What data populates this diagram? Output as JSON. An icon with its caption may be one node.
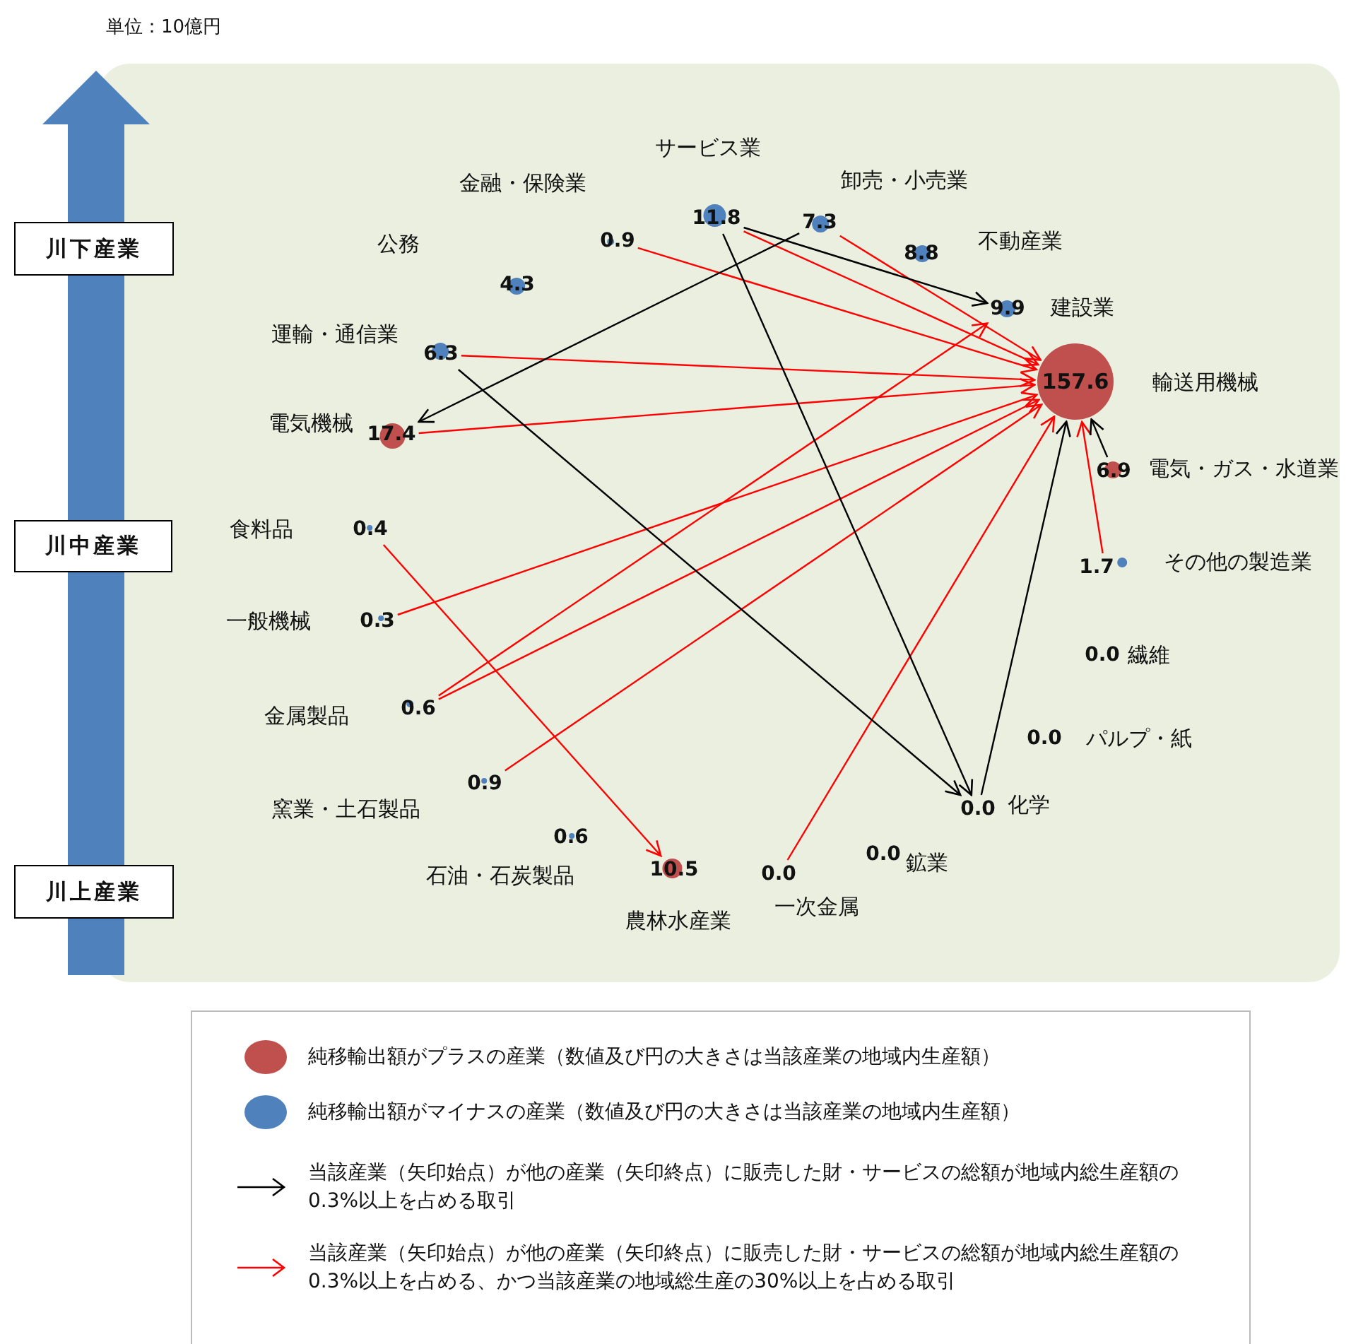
{
  "diagram": {
    "nodes": [
      {
        "text": [
          "川下産業"
        ]
      },
      {
        "text": [
          "川中産業"
        ]
      },
      {
        "text": [
          "川上産業"
        ]
      },
      {
        "text": [
          "0.9"
        ],
        "beside": [
          "金融・保険業"
        ]
      },
      {
        "text": [
          "11.8"
        ],
        "beside": [
          "サービス業"
        ]
      },
      {
        "text": [
          "7.3"
        ],
        "beside": [
          "卸売・小売業"
        ]
      },
      {
        "text": [
          "4.3"
        ],
        "beside": [
          "公務"
        ]
      },
      {
        "text": [
          "8.8"
        ],
        "beside": [
          "不動産業"
        ]
      },
      {
        "text": [
          "9.9"
        ],
        "beside": [
          "建設業"
        ]
      },
      {
        "text": [
          "6.3"
        ],
        "beside": [
          "運輸・通信業"
        ]
      },
      {
        "text": [
          "157.6"
        ],
        "beside": [
          "輸送用機械"
        ]
      },
      {
        "text": [
          "17.4"
        ],
        "beside": [
          "電気機械"
        ]
      },
      {
        "text": [
          "6.9"
        ],
        "beside": [
          "電気・ガス・水道業"
        ]
      },
      {
        "text": [
          "0.4"
        ],
        "beside": [
          "食料品"
        ]
      },
      {
        "text": [
          "1.7"
        ],
        "beside": [
          "その他の製造業"
        ]
      },
      {
        "text": [
          "0.3"
        ],
        "beside": [
          "一般機械"
        ]
      },
      {
        "text": [
          "0.0"
        ],
        "beside": [
          "繊維"
        ]
      },
      {
        "text": [
          "0.6"
        ],
        "beside": [
          "金属製品"
        ]
      },
      {
        "text": [
          "0.0"
        ],
        "beside": [
          "パルプ・紙"
        ]
      },
      {
        "text": [
          "0.9"
        ],
        "beside": [
          "窯業・土石製品"
        ]
      },
      {
        "text": [
          "0.0"
        ],
        "beside": [
          "化学"
        ]
      },
      {
        "text": [
          "0.6"
        ],
        "beside": [
          "石油・石炭製品"
        ]
      },
      {
        "text": [
          "0.0"
        ],
        "beside": [
          "鉱業"
        ]
      },
      {
        "text": [
          "10.5"
        ],
        "beside": [
          "農林水産業"
        ]
      },
      {
        "text": [
          "0.0"
        ],
        "beside": [
          "一次金属"
        ]
      }
    ],
    "edges": [
      {
        "from": 3,
        "to": 10,
        "arrow": "to"
      },
      {
        "from": 4,
        "to": 10,
        "arrow": "to"
      },
      {
        "from": 5,
        "to": 10,
        "arrow": "to"
      },
      {
        "from": 9,
        "to": 10,
        "arrow": "to"
      },
      {
        "from": 11,
        "to": 10,
        "arrow": "to"
      },
      {
        "from": 15,
        "to": 10,
        "arrow": "to"
      },
      {
        "from": 17,
        "to": 10,
        "arrow": "to"
      },
      {
        "from": 17,
        "to": 8,
        "arrow": "to"
      },
      {
        "from": 19,
        "to": 10,
        "arrow": "to"
      },
      {
        "from": 24,
        "to": 10,
        "arrow": "to"
      },
      {
        "from": 14,
        "to": 10,
        "arrow": "to"
      },
      {
        "from": 13,
        "to": 23,
        "arrow": "to"
      },
      {
        "from": 5,
        "to": 11,
        "arrow": "to",
        "color": "#000000"
      },
      {
        "from": 4,
        "to": 8,
        "arrow": "to",
        "color": "#000000"
      },
      {
        "from": 4,
        "to": 20,
        "arrow": "to",
        "color": "#000000"
      },
      {
        "from": 9,
        "to": 20,
        "arrow": "to",
        "color": "#000000"
      },
      {
        "from": 20,
        "to": 10,
        "arrow": "to",
        "color": "#000000"
      },
      {
        "from": 12,
        "to": 10,
        "arrow": "to",
        "color": "#000000"
      }
    ],
    "labels": [
      "単位：10億円"
    ],
    "legend": [
      {
        "text": "純移輸出額がプラスの産業（数値及び円の大きさは当該産業の地域内生産額）",
        "color": "#c0504d"
      },
      {
        "text": "純移輸出額がマイナスの産業（数値及び円の大きさは当該産業の地域内生産額）",
        "color": "#4f81bd"
      },
      {
        "text": "当該産業（矢印始点）が他の産業（矢印終点）に販売した財・サービスの総額が地域内総生産額の0.3%以上を占める取引"
      },
      {
        "text": "当該産業（矢印始点）が他の産業（矢印終点）に販売した財・サービスの総額が地域内総生産額の0.3%以上を占める、かつ当該産業の地域総生産の30%以上を占める取引"
      }
    ]
  }
}
